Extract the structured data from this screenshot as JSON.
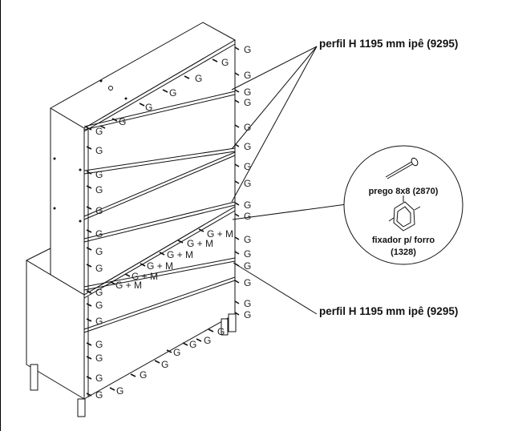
{
  "callouts": {
    "top": "perfil H 1195 mm ipê (9295)",
    "bottom": "perfil H 1195 mm ipê (9295)"
  },
  "detail": {
    "nail_label": "prego 8x8 (2870)",
    "clip_label_1": "fixador p/ forro",
    "clip_label_2": "(1328)"
  },
  "markers": {
    "g": "G",
    "gm": "G + M"
  }
}
